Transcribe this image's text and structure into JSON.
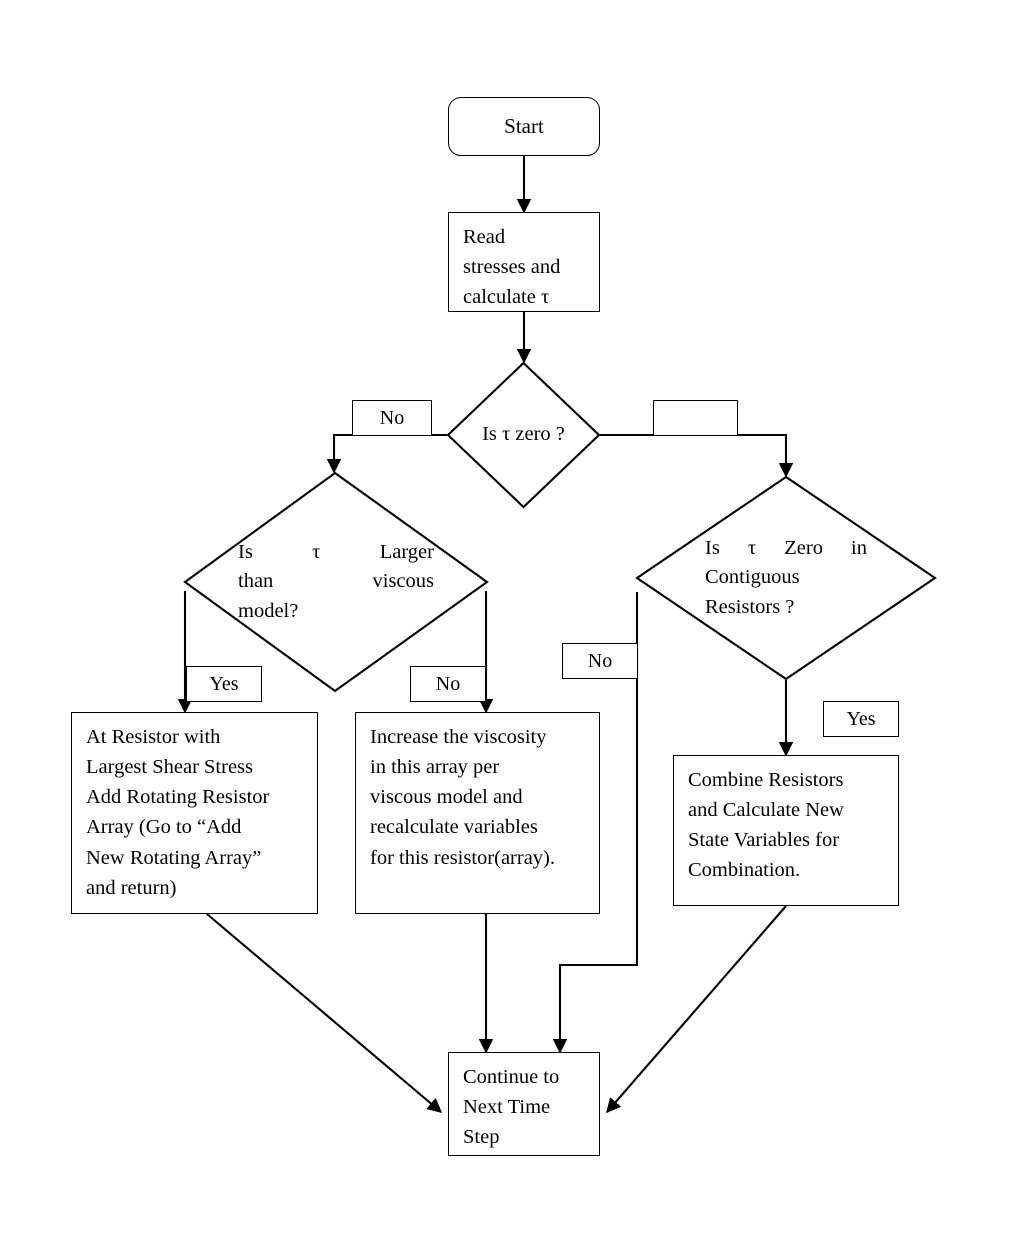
{
  "diagram": {
    "title": "Shear stress / resistor array time-step flowchart",
    "stroke_color": "#000000",
    "background_color": "#ffffff",
    "nodes": {
      "start": {
        "label": "Start",
        "shape": "terminator"
      },
      "read": {
        "label": "Read\nstresses and\ncalculate τ",
        "shape": "process"
      },
      "d_tau_zero": {
        "line1": "Is τ",
        "line2": "zero ?",
        "shape": "decision"
      },
      "d_tau_larger": {
        "l1a": "Is",
        "l1b": "τ",
        "l1c": "Larger",
        "l2a": "than",
        "l2b": "viscous",
        "l3": "model?",
        "shape": "decision"
      },
      "d_tau_zero_contig": {
        "l1a": "Is",
        "l1b": "τ",
        "l1c": "Zero",
        "l1d": "in",
        "l2": "Contiguous",
        "l3": "Resistors ?",
        "shape": "decision"
      },
      "add_array": {
        "label": "At Resistor with\nLargest Shear Stress\nAdd Rotating Resistor\nArray (Go to “Add\nNew Rotating Array”\nand return)",
        "shape": "process"
      },
      "increase_visc": {
        "label": "Increase the viscosity\nin this array per\nviscous model and\nrecalculate variables\nfor this resistor(array).",
        "shape": "process"
      },
      "combine": {
        "label": "Combine Resistors\nand Calculate New\nState Variables for\nCombination.",
        "shape": "process"
      },
      "continue": {
        "label": "Continue to\nNext Time\nStep",
        "shape": "process"
      }
    },
    "edge_labels": {
      "tau_zero_no": "No",
      "tau_zero_yes": "",
      "larger_yes": "Yes",
      "larger_no": "No",
      "contig_no": "No",
      "contig_yes": "Yes"
    }
  }
}
